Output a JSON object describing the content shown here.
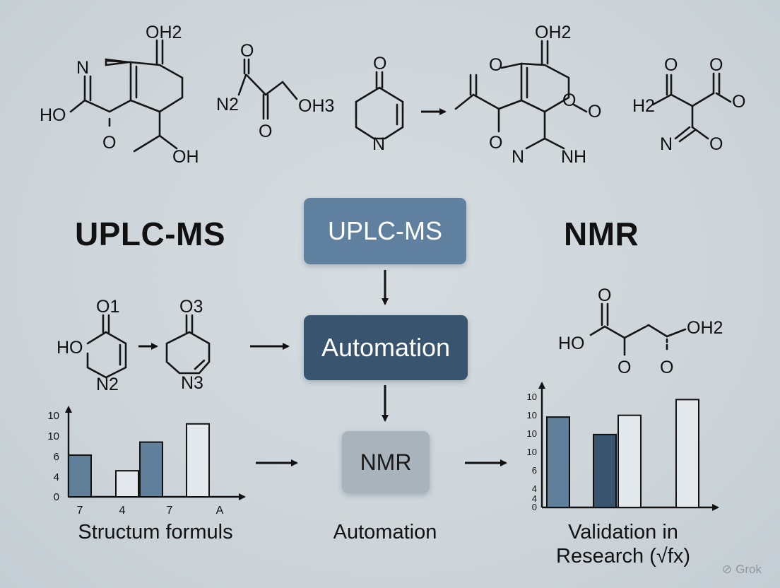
{
  "headings": {
    "left": "UPLC-MS",
    "right": "NMR"
  },
  "flow": {
    "box1": "UPLC-MS",
    "box2": "Automation",
    "box3": "NMR",
    "box1_color": "#5f819f",
    "box2_color": "#38546f",
    "box3_color": "#a9b3bb"
  },
  "molecules": {
    "m1": {
      "top": "OH2",
      "n": "N",
      "ho": "HO",
      "o_bottom": "O",
      "oh": "OH"
    },
    "m2": {
      "n2": "N2",
      "o_top": "O",
      "o_bottom": "O",
      "oh3": "OH3"
    },
    "m3": {
      "o": "O",
      "n": "N"
    },
    "m4": {
      "top": "OH2",
      "o_left": "O",
      "o_ring": "O",
      "o_ring2": "O",
      "o_bottom": "O",
      "n": "N",
      "nh": "NH"
    },
    "m5": {
      "h2": "H2",
      "o_top": "O",
      "o_right_top": "O",
      "o_right": "O",
      "n": "N",
      "o_bottom": "O"
    },
    "m6": {
      "o1": "O1",
      "ho": "HO",
      "n2": "N2"
    },
    "m7": {
      "o3": "O3",
      "n3": "N3"
    },
    "m8": {
      "o_top": "O",
      "ho": "HO",
      "o_bottom1": "O",
      "o_bottom2": "O",
      "oh2": "OH2"
    }
  },
  "chart_left": {
    "type": "bar",
    "y_ticks": [
      "10",
      "10",
      "6",
      "4",
      "0"
    ],
    "x_ticks": [
      "7",
      "4",
      "7",
      "A"
    ],
    "values": [
      8,
      5,
      10.5,
      14
    ],
    "ymax": 16,
    "fills": [
      "#5f7f9a",
      "#e3e8ec",
      "#5f7f9a",
      "#e3e8ec"
    ],
    "caption": "Structum formuls"
  },
  "chart_right": {
    "type": "bar",
    "y_ticks": [
      "10",
      "10",
      "10",
      "10",
      "6",
      "4",
      "4",
      "0"
    ],
    "values": [
      15.5,
      12.5,
      15.8,
      18.5
    ],
    "ymax": 20,
    "fills": [
      "#5f7f9a",
      "#38546f",
      "#e3e8ec",
      "#e3e8ec"
    ],
    "caption_line1": "Validation in",
    "caption_line2": "Research (√fx)"
  },
  "middle_caption": "Automation",
  "watermark": "Grok"
}
